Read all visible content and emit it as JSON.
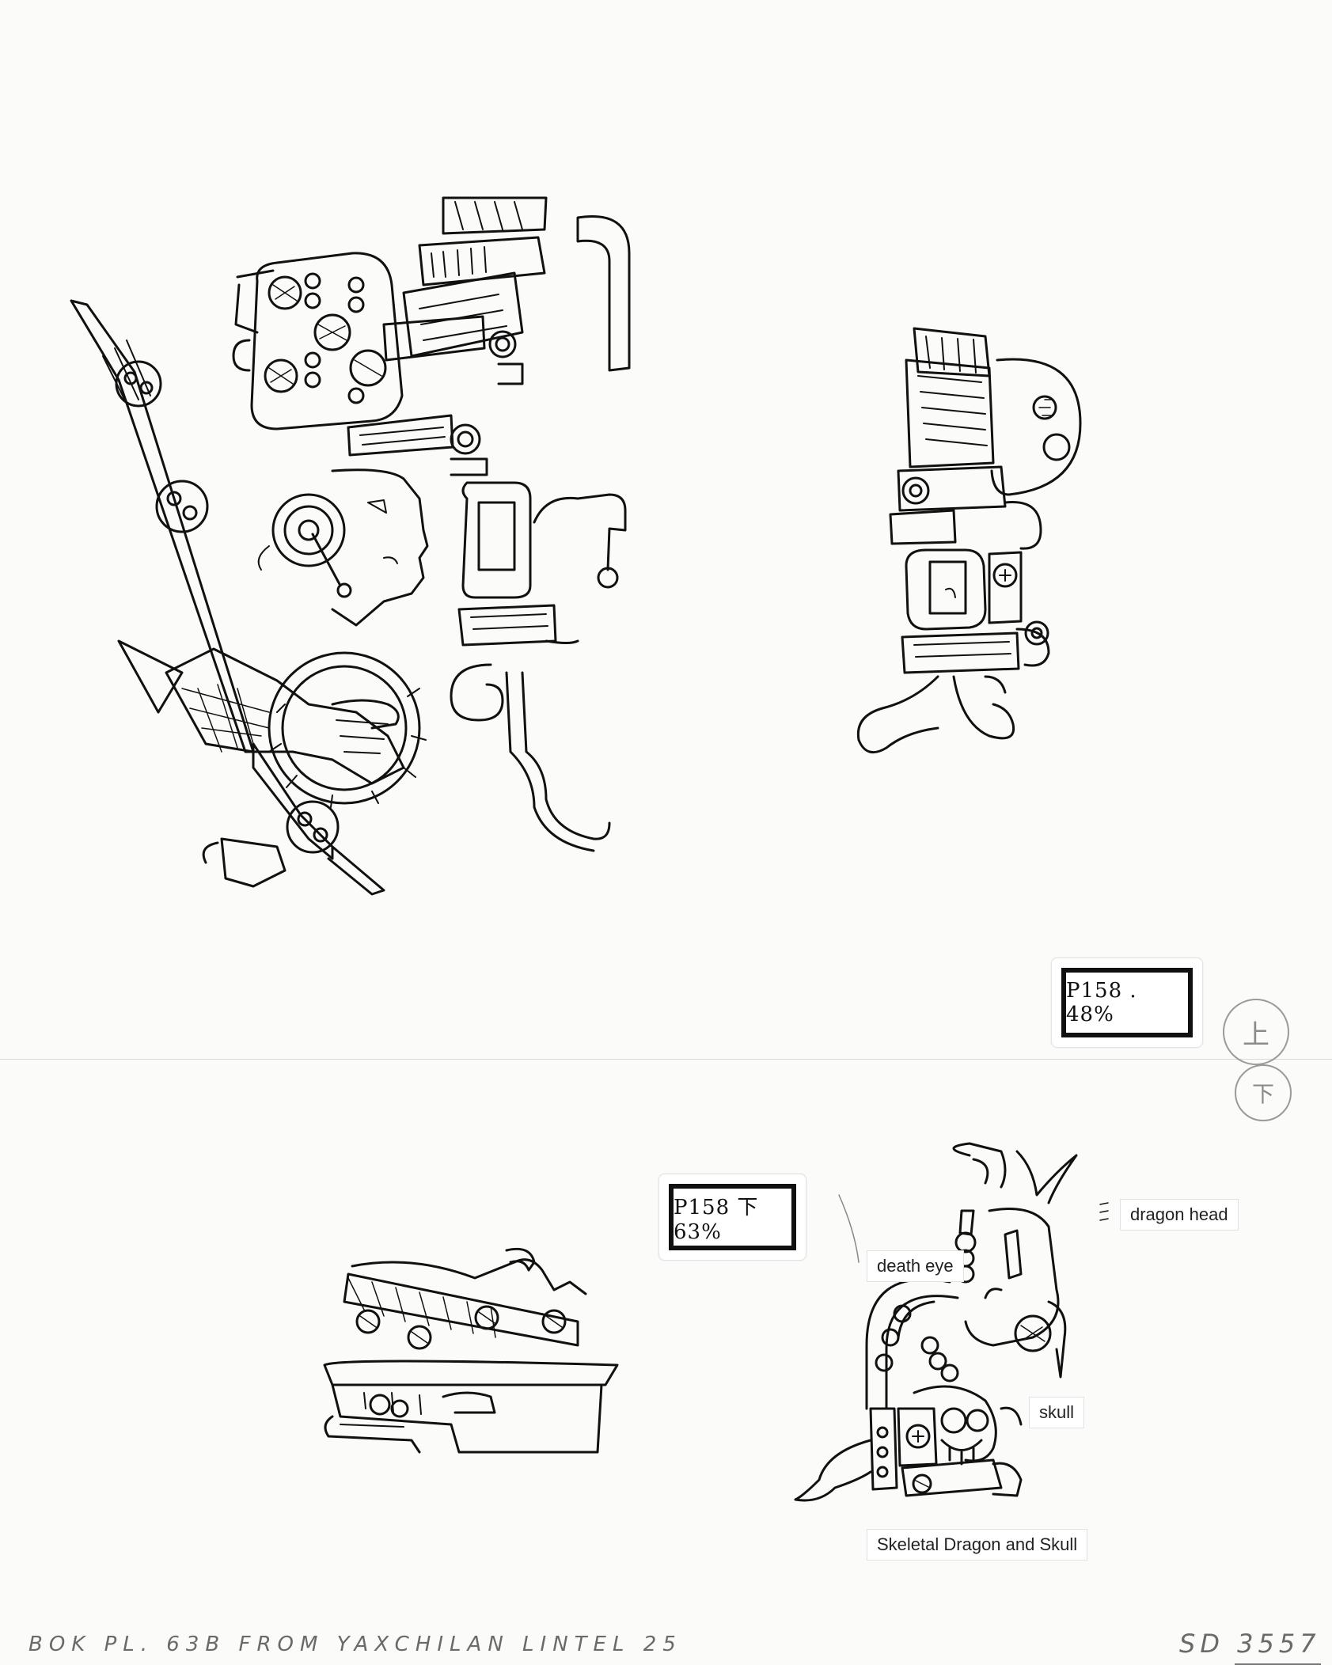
{
  "labels": {
    "upper_tag": "P158 . 48%",
    "lower_tag": "P158 下 63%",
    "circle_up": "上",
    "circle_down": "下"
  },
  "captions": {
    "dragon_head": "dragon head",
    "death_eye": "death eye",
    "skull": "skull",
    "title": "Skeletal Dragon and Skull"
  },
  "pencil_notes": {
    "source": "BOK PL. 63B FROM YAXCHILAN LINTEL 25",
    "catalog": "SD 3557"
  }
}
